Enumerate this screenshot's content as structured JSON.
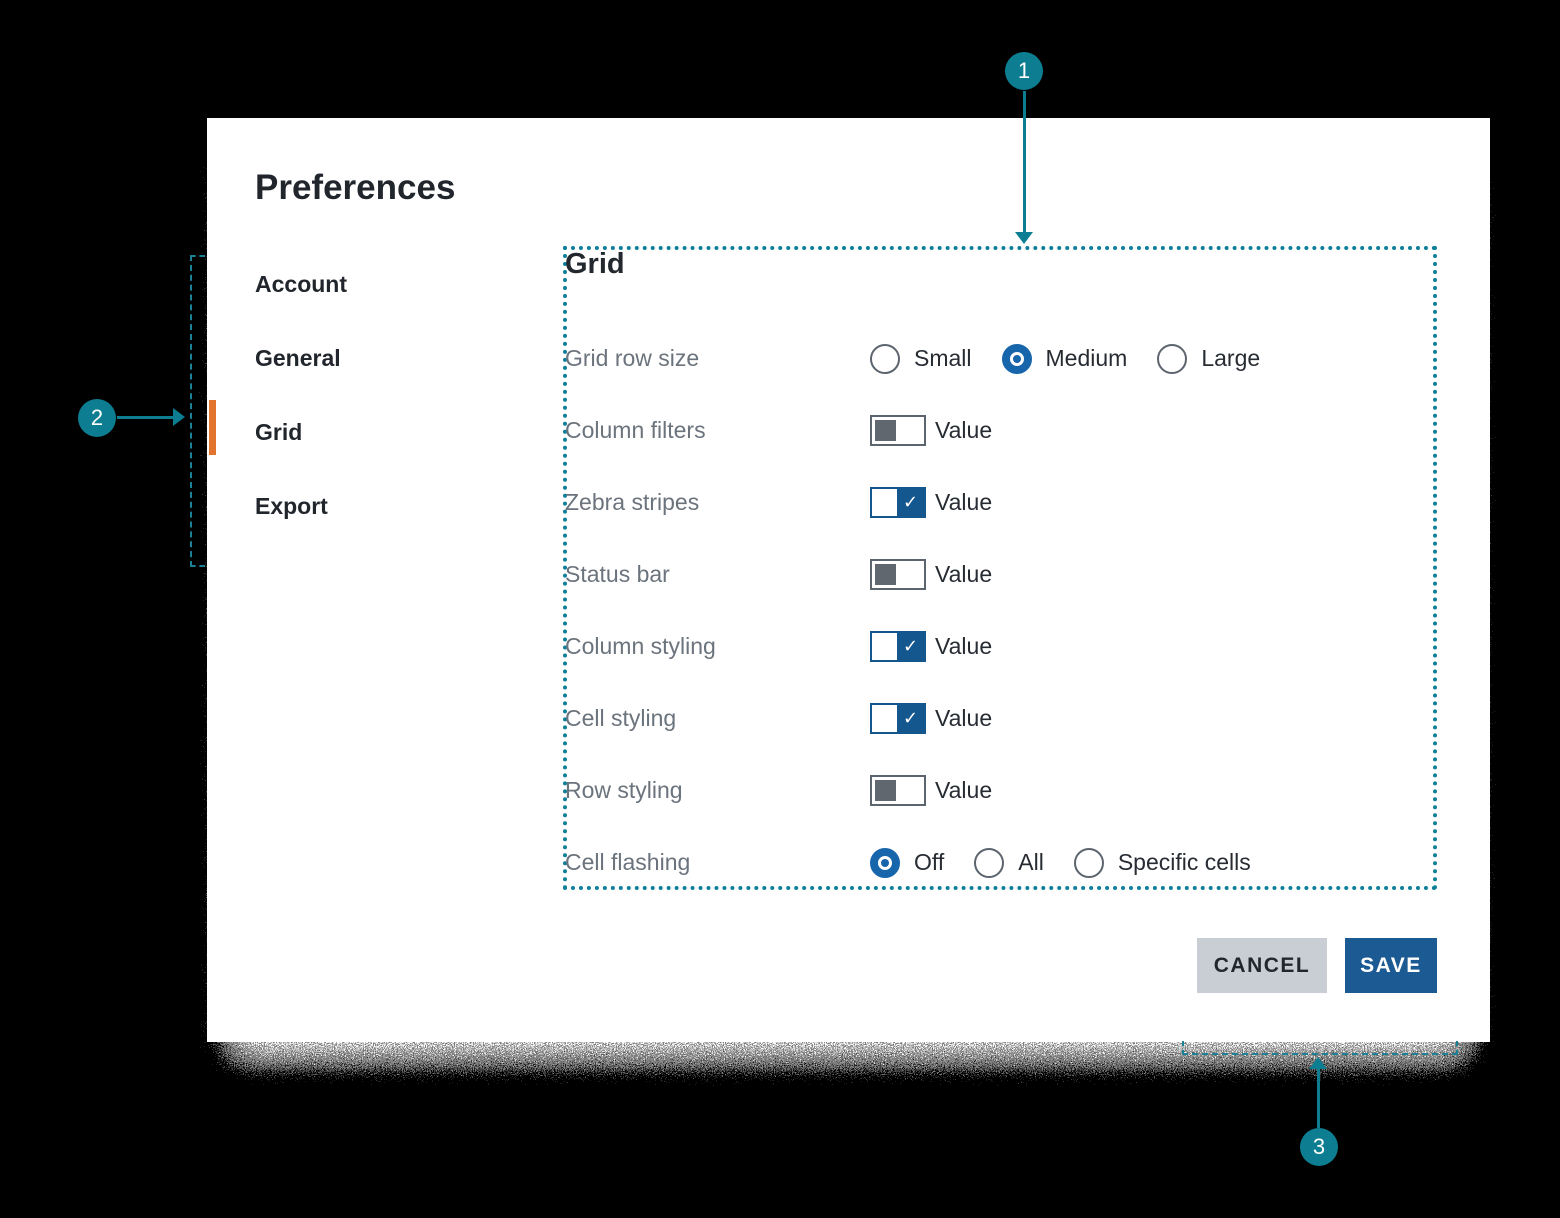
{
  "window": {
    "title": "Preferences"
  },
  "sidebar": {
    "items": [
      {
        "label": "Account",
        "active": false
      },
      {
        "label": "General",
        "active": false
      },
      {
        "label": "Grid",
        "active": true
      },
      {
        "label": "Export",
        "active": false
      }
    ]
  },
  "panel": {
    "heading": "Grid",
    "rows": [
      {
        "label": "Grid row size",
        "type": "radio-group",
        "options": [
          {
            "label": "Small",
            "selected": false
          },
          {
            "label": "Medium",
            "selected": true
          },
          {
            "label": "Large",
            "selected": false
          }
        ]
      },
      {
        "label": "Column filters",
        "type": "toggle",
        "checked": false,
        "value_label": "Value"
      },
      {
        "label": "Zebra stripes",
        "type": "toggle",
        "checked": true,
        "value_label": "Value"
      },
      {
        "label": "Status bar",
        "type": "toggle",
        "checked": false,
        "value_label": "Value"
      },
      {
        "label": "Column styling",
        "type": "toggle",
        "checked": true,
        "value_label": "Value"
      },
      {
        "label": "Cell styling",
        "type": "toggle",
        "checked": true,
        "value_label": "Value"
      },
      {
        "label": "Row styling",
        "type": "toggle",
        "checked": false,
        "value_label": "Value"
      },
      {
        "label": "Cell flashing",
        "type": "radio-group",
        "options": [
          {
            "label": "Off",
            "selected": true
          },
          {
            "label": "All",
            "selected": false
          },
          {
            "label": "Specific cells",
            "selected": false
          }
        ]
      }
    ]
  },
  "footer": {
    "cancel_label": "CANCEL",
    "save_label": "SAVE"
  },
  "annotations": {
    "markers": [
      "1",
      "2",
      "3"
    ]
  },
  "icons": {
    "check": "✓"
  },
  "colors": {
    "annotation_teal": "#0d7e92",
    "dotted_border_teal": "#0f7f99",
    "radio_blue": "#1765ab",
    "toggle_on_blue": "#14578f",
    "save_button_blue": "#1b5a92",
    "cancel_button_gray": "#c9ced4",
    "active_item_orange": "#e2742d",
    "label_gray": "#6b737d",
    "text_dark": "#21262c",
    "card_background": "#ffffff",
    "page_background": "#000000"
  }
}
